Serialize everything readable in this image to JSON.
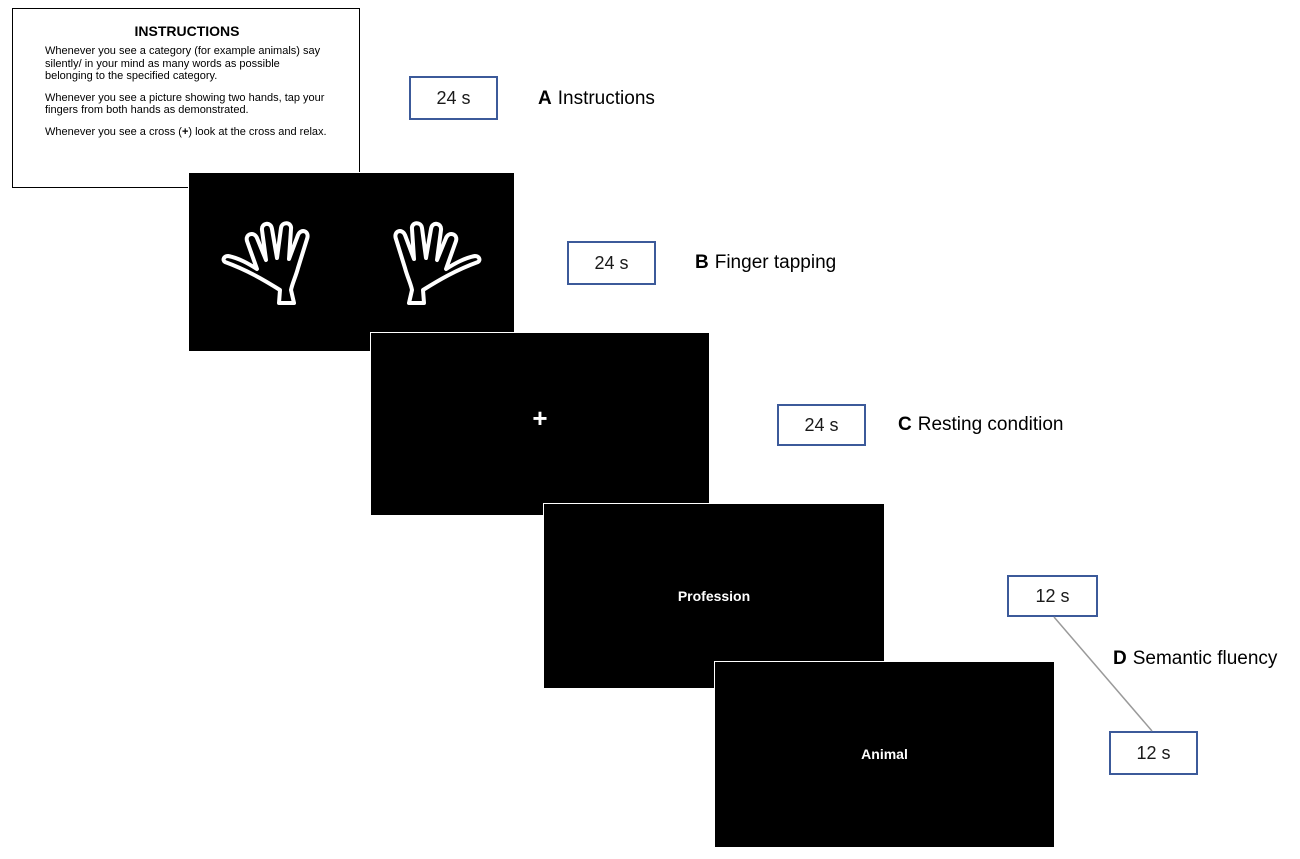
{
  "instructions": {
    "title": "INSTRUCTIONS",
    "paragraph_1": "Whenever you see a category (for example animals) say silently/ in your mind as many words as possible belonging to the specified category.",
    "paragraph_2": "Whenever you see a picture showing two hands, tap your fingers from both hands as demonstrated.",
    "paragraph_3_before": "Whenever you see a cross (",
    "paragraph_3_symbol": "+",
    "paragraph_3_after": ") look at the cross and relax."
  },
  "screens": {
    "cross_symbol": "+",
    "profession_word": "Profession",
    "animal_word": "Animal"
  },
  "steps": {
    "a": {
      "letter": "A",
      "label": "Instructions",
      "duration": "24 s"
    },
    "b": {
      "letter": "B",
      "label": "Finger tapping",
      "duration": "24 s"
    },
    "c": {
      "letter": "C",
      "label": "Resting condition",
      "duration": "24 s"
    },
    "d": {
      "letter": "D",
      "label": "Semantic fluency",
      "duration_1": "12 s",
      "duration_2": "12 s"
    }
  },
  "colors": {
    "screen_background": "#000000",
    "duration_border": "#3c5a9a",
    "connector_line": "#9a9a9a"
  }
}
